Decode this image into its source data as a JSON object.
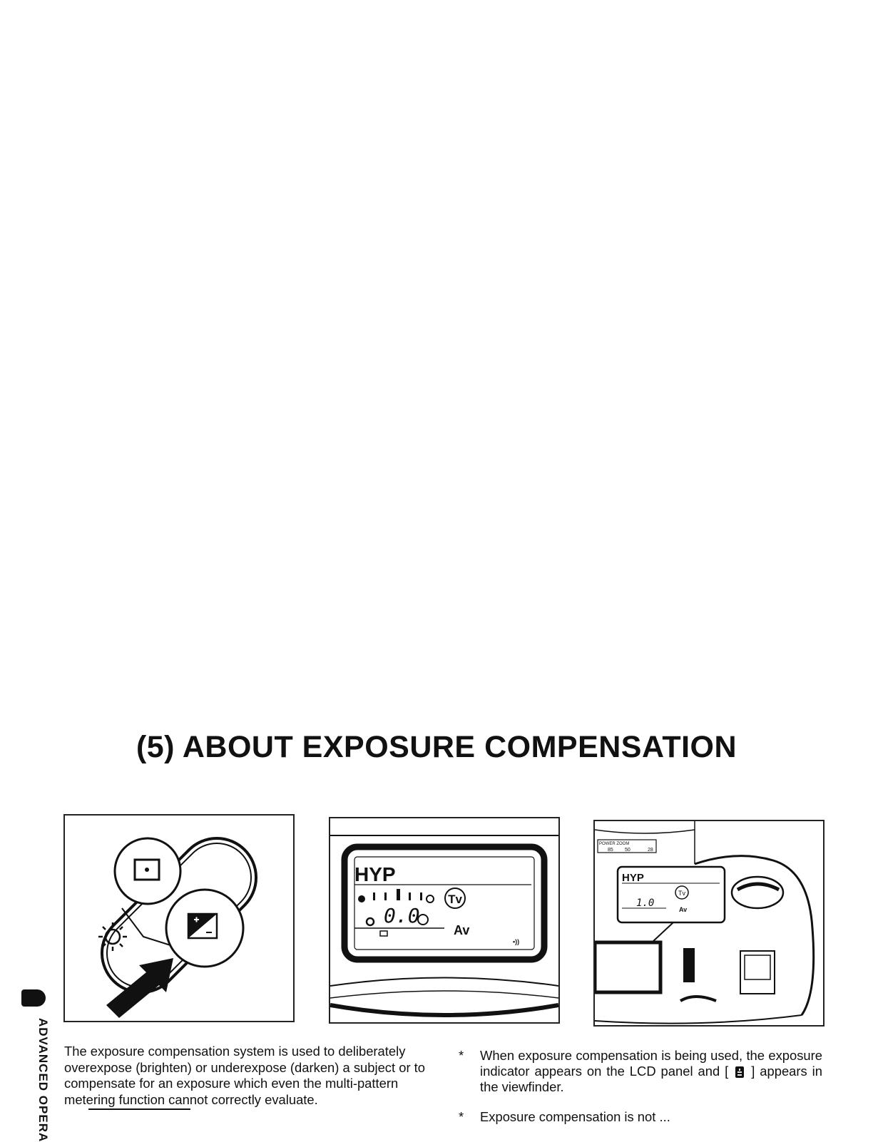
{
  "page": {
    "heading": "(5) ABOUT EXPOSURE COMPENSATION",
    "side_label": "ADVANCED OPERA"
  },
  "figures": {
    "lcd_panel": {
      "mode": "HYP",
      "tv": "Tv",
      "value": "0.0",
      "av": "Av"
    },
    "camera_top": {
      "mode": "HYP",
      "tv": "Tv",
      "value": "1.0",
      "av": "Av",
      "zoom_label": "POWER ZOOM",
      "zoom_marks": [
        "85",
        "50",
        "28"
      ]
    }
  },
  "text": {
    "intro": "The exposure compensation system is used to deliberately overexpose (brighten) or underexpose (darken) a subject or to compensate for an exposure which even the multi-pattern metering function cannot correctly evaluate.",
    "note1_star": "*",
    "note1_before": "When exposure compensation is being used, the exposure indicator appears on the LCD panel and [",
    "note1_after": "] appears in the viewfinder.",
    "note2_star": "*",
    "note2": "Exposure compensation is not ..."
  }
}
